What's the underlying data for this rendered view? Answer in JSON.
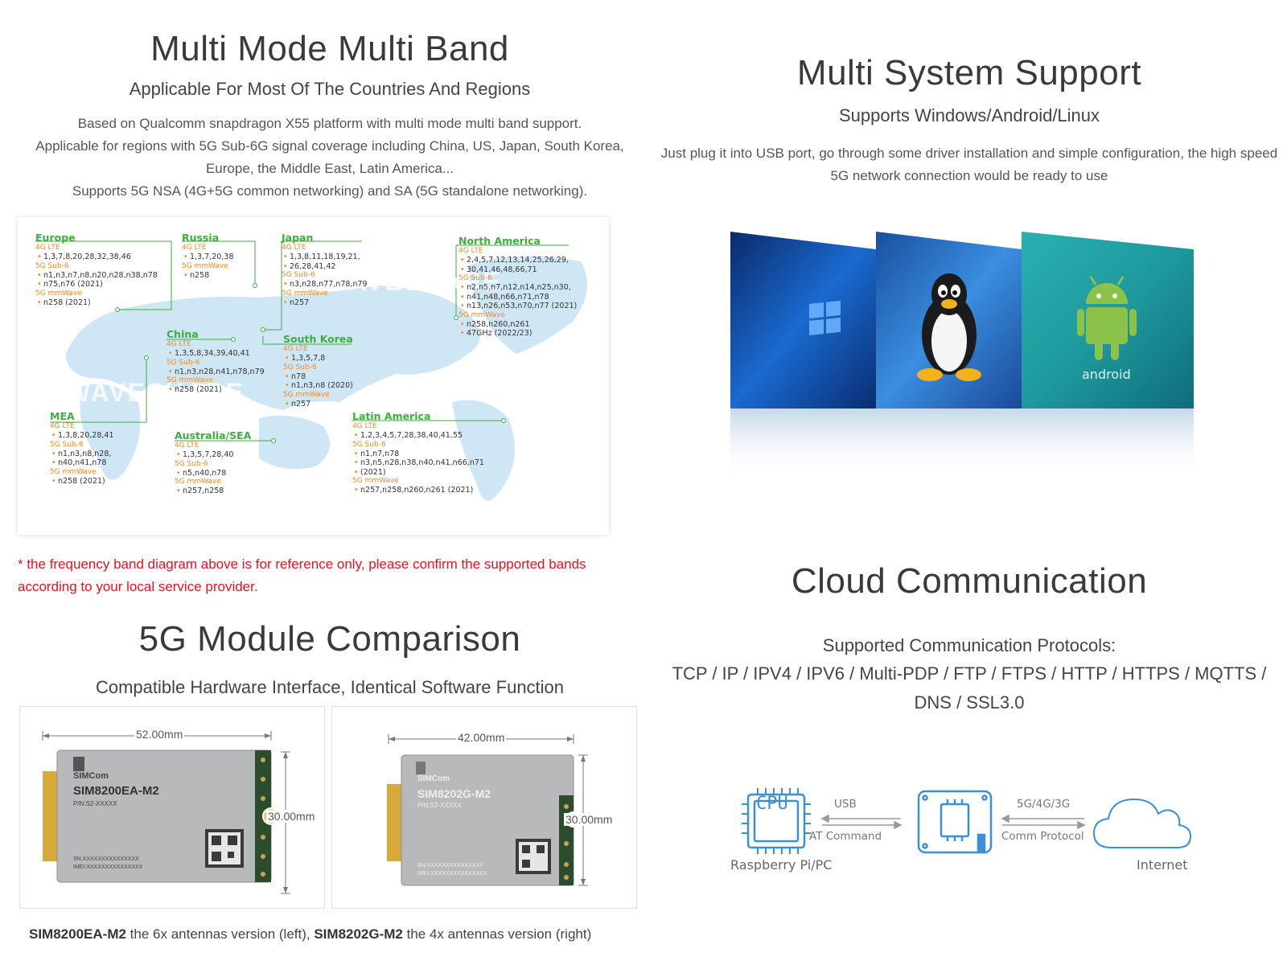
{
  "multimode": {
    "title": "Multi Mode Multi Band",
    "subtitle": "Applicable For Most Of The Countries And Regions",
    "lines": [
      "Based on Qualcomm snapdragon X55 platform with multi mode multi band support.",
      "Applicable for regions with 5G Sub-6G signal coverage including China, US, Japan, South Korea, Europe, the Middle East, Latin America...",
      "Supports 5G NSA (4G+5G common networking) and SA (5G standalone networking)."
    ],
    "watermark": "WAVESHARE",
    "regions": {
      "europe": {
        "name": "Europe",
        "lte_label": "4G LTE",
        "lte": "1,3,7,8,20,28,32,38,46",
        "sub6_label": "5G Sub-6",
        "sub6": [
          "n1,n3,n7,n8,n20,n28,n38,n78",
          "n75,n76 (2021)"
        ],
        "mm_label": "5G mmWave",
        "mm": "n258 (2021)"
      },
      "russia": {
        "name": "Russia",
        "lte_label": "4G LTE",
        "lte": "1,3,7,20,38",
        "mm_label": "5G mmWave",
        "mm": "n258"
      },
      "japan": {
        "name": "Japan",
        "lte_label": "4G LTE",
        "lte": [
          "1,3,8,11,18,19,21,",
          "26,28,41,42"
        ],
        "sub6_label": "5G Sub-6",
        "sub6": "n3,n28,n77,n78,n79",
        "mm_label": "5G mmWave",
        "mm": "n257"
      },
      "north_america": {
        "name": "North America",
        "lte_label": "4G LTE",
        "lte": [
          "2,4,5,7,12,13,14,25,26,29,",
          "30,41,46,48,66,71"
        ],
        "sub6_label": "5G Sub-6",
        "sub6": [
          "n2,n5,n7,n12,n14,n25,n30,",
          "n41,n48,n66,n71,n78",
          "n13,n26,n53,n70,n77 (2021)"
        ],
        "mm_label": "5G mmWave",
        "mm": [
          "n258,n260,n261",
          "47GHz (2022/23)"
        ]
      },
      "china": {
        "name": "China",
        "lte_label": "4G LTE",
        "lte": "1,3,5,8,34,39,40,41",
        "sub6_label": "5G Sub-6",
        "sub6": "n1,n3,n28,n41,n78,n79",
        "mm_label": "5G mmWave",
        "mm": "n258 (2021)"
      },
      "south_korea": {
        "name": "South Korea",
        "lte_label": "4G LTE",
        "lte": "1,3,5,7,8",
        "sub6_label": "5G Sub-6",
        "sub6": [
          "n78",
          "n1,n3,n8 (2020)"
        ],
        "mm_label": "5G mmWave",
        "mm": "n257"
      },
      "mea": {
        "name": "MEA",
        "lte_label": "4G LTE",
        "lte": "1,3,8,20,28,41",
        "sub6_label": "5G Sub-6",
        "sub6": [
          "n1,n3,n8,n28,",
          "n40,n41,n78"
        ],
        "mm_label": "5G mmWave",
        "mm": "n258 (2021)"
      },
      "australia": {
        "name": "Australia/SEA",
        "lte_label": "4G LTE",
        "lte": "1,3,5,7,28,40",
        "sub6_label": "5G Sub-6",
        "sub6": "n5,n40,n78",
        "mm_label": "5G mmWave",
        "mm": "n257,n258"
      },
      "latin_america": {
        "name": "Latin America",
        "lte_label": "4G LTE",
        "lte": "1,2,3,4,5,7,28,38,40,41,55",
        "sub6_label": "5G Sub-6",
        "sub6": [
          "n1,n7,n78",
          "n3,n5,n28,n38,n40,n41,n66,n71",
          "(2021)"
        ],
        "mm_label": "5G mmWave",
        "mm": "n257,n258,n260,n261 (2021)"
      }
    },
    "note": "* the frequency band diagram above is for reference only, please confirm the supported bands according to your local service provider."
  },
  "comparison": {
    "title": "5G Module Comparison",
    "subtitle": "Compatible Hardware Interface, Identical Software Function",
    "modules": [
      {
        "width": "52.00mm",
        "height": "30.00mm",
        "brand": "SIMCom",
        "model": "SIM8200EA-M2",
        "pn": "P/N:S2-XXXXX",
        "sn": "SN:XXXXXXXXXXXXXXX",
        "imei": "IMEI:XXXXXXXXXXXXXXX"
      },
      {
        "width": "42.00mm",
        "height": "30.00mm",
        "brand": "SIMCom",
        "model": "SIM8202G-M2",
        "pn": "P/N:S2-XXXXX",
        "sn": "SN:XXXXXXXXXXXXXXX",
        "imei": "IMEI:XXXXXXXXXXXXXXX"
      }
    ],
    "caption": {
      "m1": "SIM8200EA-M2",
      "t1": " the 6x antennas version (left), ",
      "m2": "SIM8202G-M2",
      "t2": " the 4x antennas version (right)"
    }
  },
  "multisystem": {
    "title": "Multi System Support",
    "subtitle": "Supports Windows/Android/Linux",
    "desc": "Just plug it into USB port, go through some driver installation and simple configuration, the high speed 5G network connection would be ready to use",
    "android_label": "android"
  },
  "cloud": {
    "title": "Cloud Communication",
    "protocols_label": "Supported Communication Protocols:",
    "protocols": "TCP / IP / IPV4 / IPV6 / Multi-PDP / FTP / FTPS / HTTP / HTTPS / MQTTS / DNS / SSL3.0",
    "cpu_text": "CPU",
    "host_label": "Raspberry Pi/PC",
    "usb_label": "USB",
    "at_label": "AT Command",
    "net_label": "5G/4G/3G",
    "comm_label": "Comm Protocol",
    "internet_label": "Internet"
  },
  "colors": {
    "green": "#3fae3f",
    "orange": "#f08a2c",
    "red": "#e0151f",
    "blue": "#3a8fd6"
  }
}
